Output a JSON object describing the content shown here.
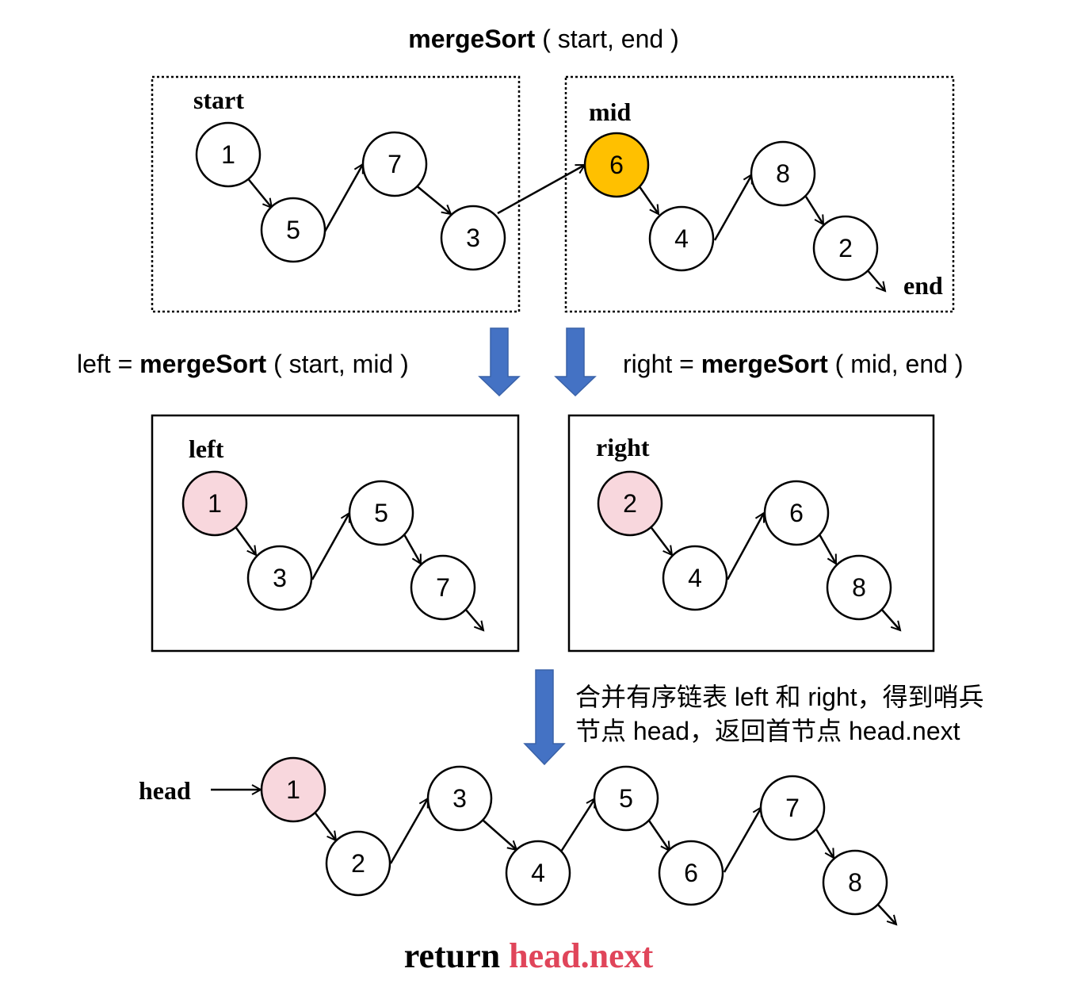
{
  "colors": {
    "mid_node": "#FFC000",
    "head_node": "#F8D7DD",
    "down_arrow": "#4472C4",
    "highlight_text": "#E0455A"
  },
  "top_call": {
    "fn": "mergeSort",
    "args": " ( start, end )"
  },
  "top_left": {
    "label": "start",
    "nodes": [
      "1",
      "5",
      "7",
      "3"
    ]
  },
  "top_right": {
    "label_mid": "mid",
    "label_end": "end",
    "nodes": [
      "6",
      "4",
      "8",
      "2"
    ]
  },
  "left_call": {
    "prefix": "left = ",
    "fn": "mergeSort",
    "args": " ( start, mid )"
  },
  "right_call": {
    "prefix": "right = ",
    "fn": "mergeSort",
    "args": " ( mid, end )"
  },
  "left_box": {
    "label": "left",
    "nodes": [
      "1",
      "3",
      "5",
      "7"
    ]
  },
  "right_box": {
    "label": "right",
    "nodes": [
      "2",
      "4",
      "6",
      "8"
    ]
  },
  "merge_note": {
    "line1": "合并有序链表 left 和 right，得到哨兵",
    "line2": "节点 head，返回首节点 head.next"
  },
  "result": {
    "head_label": "head",
    "nodes": [
      "1",
      "2",
      "3",
      "4",
      "5",
      "6",
      "7",
      "8"
    ]
  },
  "footer": {
    "return_word": "return ",
    "return_value": "head.next"
  }
}
